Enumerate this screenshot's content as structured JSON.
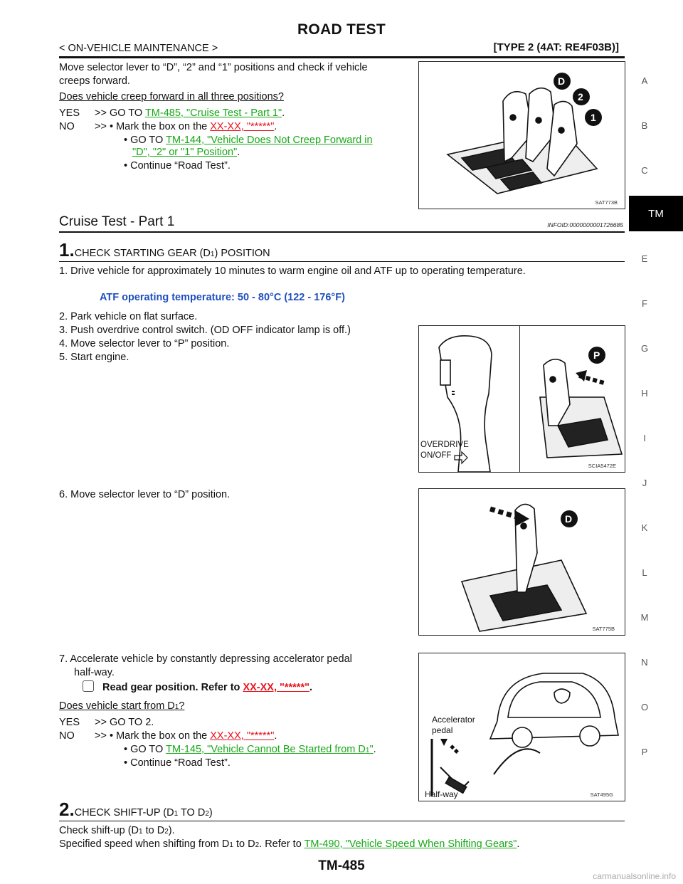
{
  "header": {
    "title": "ROAD TEST",
    "left": "< ON-VEHICLE MAINTENANCE >",
    "right": "[TYPE 2 (4AT: RE4F03B)]"
  },
  "intro": {
    "line1": "Move selector lever to “D”, “2” and “1” positions and check if vehicle",
    "line2": "creeps forward.",
    "question": "Does vehicle creep forward in all three positions?",
    "yes_label": "YES",
    "yes_text": ">> GO TO",
    "yes_link": "TM-485, \"Cruise Test - Part 1\"",
    "no_label": "NO",
    "no_text1": ">> • Mark the box on the",
    "no_red": "XX-XX, \"*****\"",
    "no_text2": "• GO TO",
    "no_link_a": "TM-144, \"Vehicle Does Not Creep Forward in",
    "no_link_b": "\"D\", \"2\" or \"1\" Position\"",
    "no_text3": "• Continue “Road Test”."
  },
  "section": {
    "title": "Cruise Test - Part 1",
    "infoid": "INFOID:0000000001726685"
  },
  "step1": {
    "num": "1.",
    "title_a": "CHECK STARTING GEAR (D",
    "title_sub": "1",
    "title_b": ") POSITION",
    "s1": "1. Drive vehicle for approximately 10 minutes to warm engine oil and ATF up to operating temperature.",
    "atf": "ATF operating temperature:    50 - 80°C (122 - 176°F)",
    "s2": "2. Park vehicle on flat surface.",
    "s3": "3. Push overdrive control switch. (OD OFF indicator lamp is off.)",
    "s4": "4. Move selector lever to “P” position.",
    "s5": "5. Start engine.",
    "s6": "6. Move selector lever to “D” position.",
    "s7a": "7. Accelerate vehicle by constantly depressing accelerator pedal",
    "s7b": "half-way.",
    "read": "Read gear position. Refer to",
    "read_red": "XX-XX, \"*****\"",
    "question_a": "Does vehicle start from D",
    "question_sub": "1",
    "question_b": "?",
    "yes_label": "YES",
    "yes_text": ">> GO TO 2.",
    "no_label": "NO",
    "no_text1": ">> • Mark the box on the",
    "no_red": "XX-XX, \"*****\"",
    "no_text2": "• GO TO",
    "no_link_a": "TM-145, \"Vehicle Cannot Be Started from D",
    "no_link_sub": "1",
    "no_link_b": "\"",
    "no_text3": "• Continue “Road Test”."
  },
  "step2": {
    "num": "2.",
    "title_a": "CHECK SHIFT-UP (D",
    "title_sub1": "1",
    "title_b": " TO D",
    "title_sub2": "2",
    "title_c": ")",
    "line1_a": "Check shift-up (D",
    "line1_sub1": "1",
    "line1_b": " to D",
    "line1_sub2": "2",
    "line1_c": ").",
    "line2_a": "Specified speed when shifting from D",
    "line2_sub1": "1",
    "line2_b": " to D",
    "line2_sub2": "2",
    "line2_c": ". Refer to",
    "line2_link": "TM-490, \"Vehicle Speed When Shifting Gears\""
  },
  "figures": {
    "fig1": {
      "id": "SAT773B",
      "labels": [
        "D",
        "2",
        "1"
      ]
    },
    "fig2": {
      "id": "SCIA5472E",
      "label_p": "P",
      "od1": "OVERDRIVE",
      "od2": "ON/OFF"
    },
    "fig3": {
      "id": "SAT775B",
      "label_d": "D"
    },
    "fig4": {
      "id": "SAT495G",
      "accel1": "Accelerator",
      "accel2": "pedal",
      "halfway": "Half-way"
    }
  },
  "side_index": [
    "A",
    "B",
    "C",
    "TM",
    "E",
    "F",
    "G",
    "H",
    "I",
    "J",
    "K",
    "L",
    "M",
    "N",
    "O",
    "P"
  ],
  "footer": {
    "page": "TM-485",
    "watermark": "carmanualsonline.info"
  }
}
